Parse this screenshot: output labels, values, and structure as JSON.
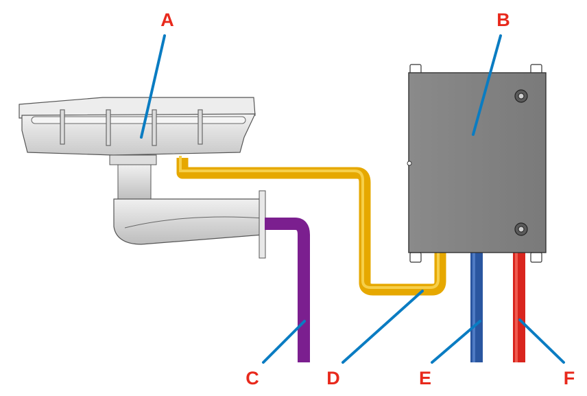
{
  "callouts": [
    {
      "id": "A",
      "label": "A",
      "target": "camera-housing"
    },
    {
      "id": "B",
      "label": "B",
      "target": "junction-box"
    },
    {
      "id": "C",
      "label": "C",
      "target": "purple-conduit"
    },
    {
      "id": "D",
      "label": "D",
      "target": "yellow-conduit"
    },
    {
      "id": "E",
      "label": "E",
      "target": "blue-conduit"
    },
    {
      "id": "F",
      "label": "F",
      "target": "red-conduit"
    }
  ],
  "colors": {
    "label_text": "#e8291c",
    "leader_line": "#0a7cc2",
    "junction_box": "#828282",
    "housing": "#e3e3e3",
    "conduit_yellow": "#e6a800",
    "conduit_purple": "#7b1f8f",
    "conduit_blue": "#2a56a0",
    "conduit_red": "#d9251e"
  }
}
